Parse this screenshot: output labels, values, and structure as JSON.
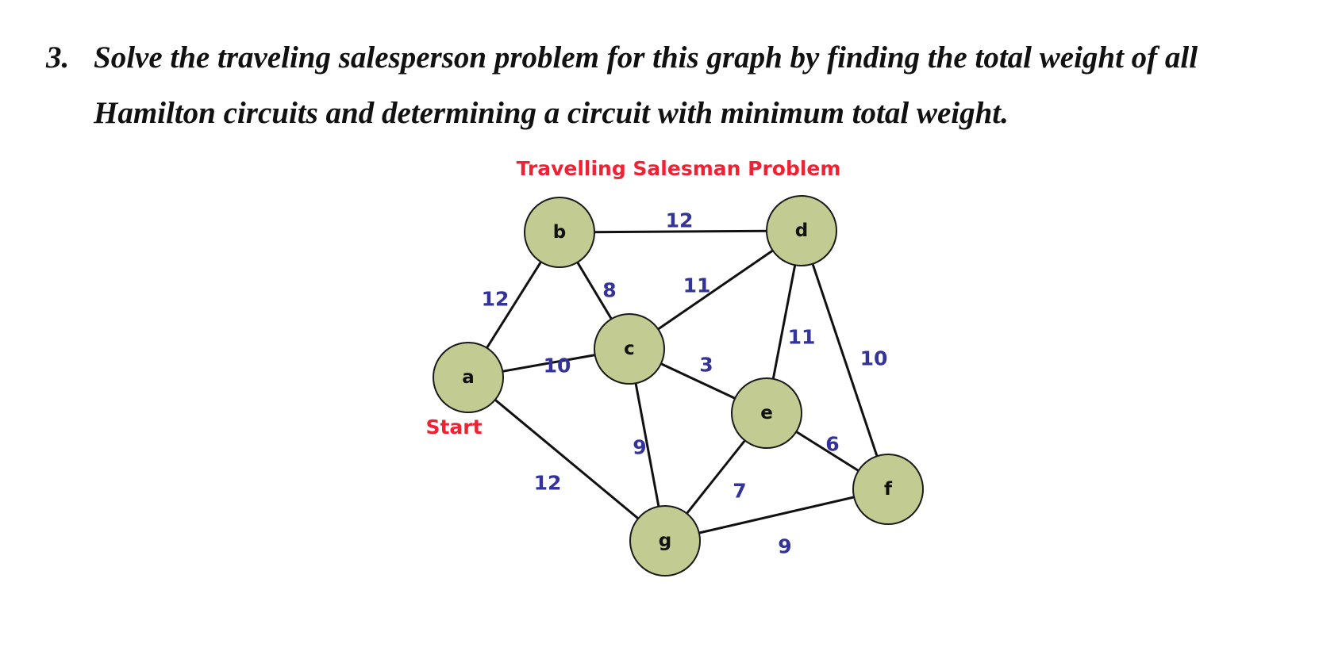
{
  "question": {
    "number": "3.",
    "line1": "Solve the traveling salesperson problem for this graph by finding the total weight of all",
    "line2": "Hamilton circuits and determining a circuit with minimum total weight."
  },
  "diagram": {
    "title": "Travelling Salesman Problem",
    "start_label": "Start",
    "colors": {
      "node_fill": "#c2cc92",
      "title": "#ee2233",
      "weight": "#33339a",
      "edge": "#111111"
    },
    "nodes": [
      {
        "id": "a",
        "label": "a"
      },
      {
        "id": "b",
        "label": "b"
      },
      {
        "id": "c",
        "label": "c"
      },
      {
        "id": "d",
        "label": "d"
      },
      {
        "id": "e",
        "label": "e"
      },
      {
        "id": "f",
        "label": "f"
      },
      {
        "id": "g",
        "label": "g"
      }
    ],
    "edges": [
      {
        "from": "a",
        "to": "b",
        "weight": "12"
      },
      {
        "from": "b",
        "to": "d",
        "weight": "12"
      },
      {
        "from": "b",
        "to": "c",
        "weight": "8"
      },
      {
        "from": "c",
        "to": "d",
        "weight": "11"
      },
      {
        "from": "a",
        "to": "c",
        "weight": "10"
      },
      {
        "from": "c",
        "to": "e",
        "weight": "3"
      },
      {
        "from": "d",
        "to": "e",
        "weight": "11"
      },
      {
        "from": "d",
        "to": "f",
        "weight": "10"
      },
      {
        "from": "c",
        "to": "g",
        "weight": "9"
      },
      {
        "from": "a",
        "to": "g",
        "weight": "12"
      },
      {
        "from": "e",
        "to": "f",
        "weight": "6"
      },
      {
        "from": "e",
        "to": "g",
        "weight": "7"
      },
      {
        "from": "g",
        "to": "f",
        "weight": "9"
      }
    ]
  }
}
